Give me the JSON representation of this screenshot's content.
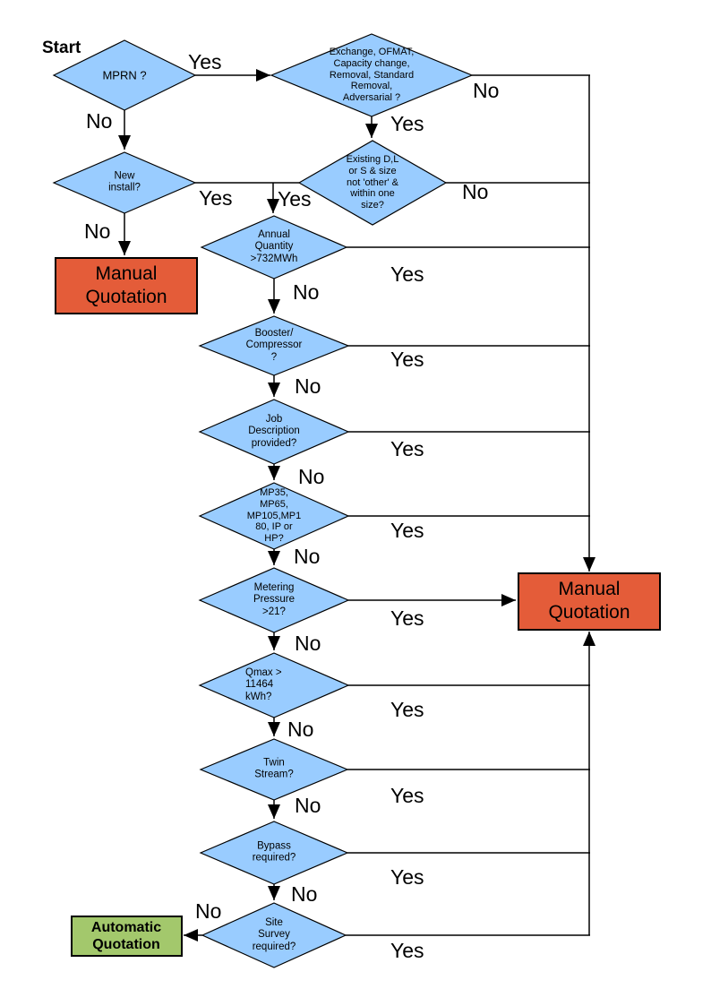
{
  "colors": {
    "decision_fill": "#99CCFF",
    "manual_fill": "#E45C39",
    "automatic_fill": "#A3C86C",
    "connector": "#000000"
  },
  "labels": {
    "start": "Start",
    "yes": "Yes",
    "no": "No"
  },
  "outcomes": {
    "manual": "Manual\nQuotation",
    "automatic": "Automatic\nQuotation"
  },
  "decisions": {
    "mprn": {
      "label": "MPRN ?",
      "yes_to": "job_type",
      "no_to": "new_install"
    },
    "job_type": {
      "label": "Exchange, OFMAT,\nCapacity change,\nRemoval, Standard\nRemoval,\nAdversarial ?",
      "yes_to": "existing_size",
      "no_to": "manual_quotation"
    },
    "existing_size": {
      "label": "Existing D,L\nor S & size\nnot 'other' &\nwithin one\nsize?",
      "yes_to": "annual_quantity",
      "no_to": "manual_quotation"
    },
    "new_install": {
      "label": "New\ninstall?",
      "yes_to": "annual_quantity",
      "no_to": "manual_quotation"
    },
    "annual_quantity": {
      "label": "Annual\nQuantity\n>732MWh",
      "yes_to": "manual_quotation",
      "no_to": "booster_compressor"
    },
    "booster_compressor": {
      "label": "Booster/\nCompressor\n?",
      "yes_to": "manual_quotation",
      "no_to": "job_description"
    },
    "job_description": {
      "label": "Job\nDescription\nprovided?",
      "yes_to": "manual_quotation",
      "no_to": "meter_type"
    },
    "meter_type": {
      "label": "MP35,\nMP65,\nMP105,MP1\n80, IP or\nHP?",
      "yes_to": "manual_quotation",
      "no_to": "metering_pressure"
    },
    "metering_pressure": {
      "label": "Metering\nPressure\n>21?",
      "yes_to": "manual_quotation",
      "no_to": "qmax"
    },
    "qmax": {
      "label": "Qmax >\n11464\nkWh?",
      "yes_to": "manual_quotation",
      "no_to": "twin_stream"
    },
    "twin_stream": {
      "label": "Twin\nStream?",
      "yes_to": "manual_quotation",
      "no_to": "bypass"
    },
    "bypass": {
      "label": "Bypass\nrequired?",
      "yes_to": "manual_quotation",
      "no_to": "site_survey"
    },
    "site_survey": {
      "label": "Site\nSurvey\nrequired?",
      "yes_to": "manual_quotation",
      "no_to": "automatic_quotation"
    }
  }
}
